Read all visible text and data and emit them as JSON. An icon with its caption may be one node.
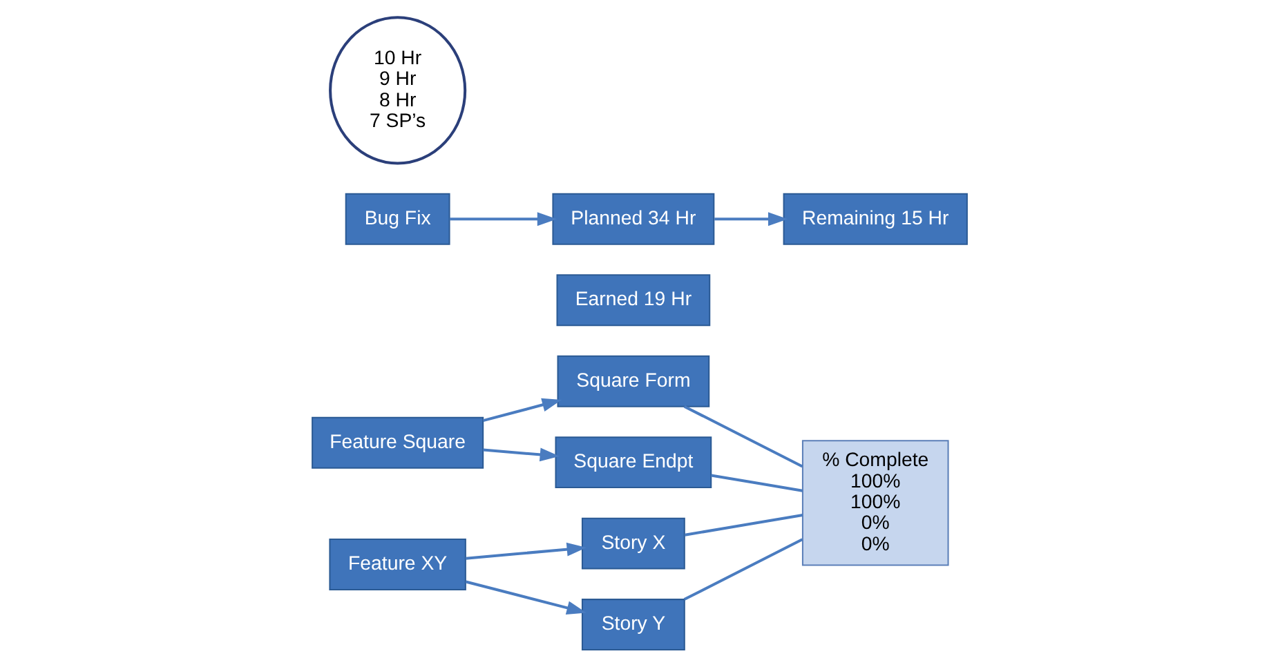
{
  "diagram": {
    "nodes": [
      {
        "text": [
          "Feature Square"
        ]
      },
      {
        "text": [
          "Feature XY"
        ]
      },
      {
        "text": [
          "Square Form"
        ]
      },
      {
        "text": [
          "Square Endpt"
        ]
      },
      {
        "text": [
          "Story X"
        ]
      },
      {
        "text": [
          "Story Y"
        ]
      },
      {
        "text": [
          "Bug Fix"
        ]
      },
      {
        "text": [
          "10 Hr",
          "9 Hr",
          "8 Hr",
          "7 SP’s"
        ]
      },
      {
        "text": [
          "% Complete",
          "100%",
          "100%",
          "0%",
          "0%"
        ]
      },
      {
        "text": [
          "Planned 34 Hr"
        ]
      },
      {
        "text": [
          "Remaining 15 Hr"
        ]
      },
      {
        "text": [
          "Earned 19 Hr"
        ]
      }
    ],
    "edges": [
      {
        "from": 0,
        "to": 2,
        "arrow": "to"
      },
      {
        "from": 0,
        "to": 3,
        "arrow": "to"
      },
      {
        "from": 1,
        "to": 4,
        "arrow": "to"
      },
      {
        "from": 1,
        "to": 5,
        "arrow": "to"
      },
      {
        "from": 2,
        "to": 8,
        "arrow": "none"
      },
      {
        "from": 3,
        "to": 8,
        "arrow": "none"
      },
      {
        "from": 4,
        "to": 8,
        "arrow": "none"
      },
      {
        "from": 5,
        "to": 8,
        "arrow": "none"
      },
      {
        "from": 6,
        "to": 9,
        "arrow": "to"
      },
      {
        "from": 9,
        "to": 10,
        "arrow": "to"
      }
    ]
  }
}
